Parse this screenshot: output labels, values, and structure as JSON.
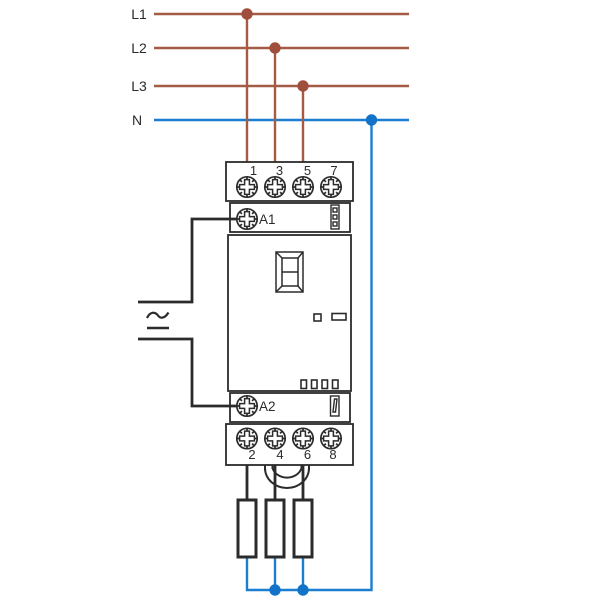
{
  "diagram": {
    "type": "contactor-wiring-diagram",
    "colors": {
      "phase_wire": "#a55a46",
      "phase_dot": "#a04e3c",
      "neutral_wire": "#1b7ed1",
      "neutral_dot": "#1273c8",
      "control_wire": "#2b2b2b",
      "background": "#ffffff"
    },
    "supply": {
      "l1": "L1",
      "l2": "L2",
      "l3": "L3",
      "n": "N"
    },
    "contactor": {
      "top_terminals": {
        "t1": "1",
        "t3": "3",
        "t5": "5",
        "t7": "7"
      },
      "bottom_terminals": {
        "t2": "2",
        "t4": "4",
        "t6": "6",
        "t8": "8"
      },
      "coil": {
        "a1": "A1",
        "a2": "A2"
      },
      "control_supply_symbol": "≃"
    }
  }
}
